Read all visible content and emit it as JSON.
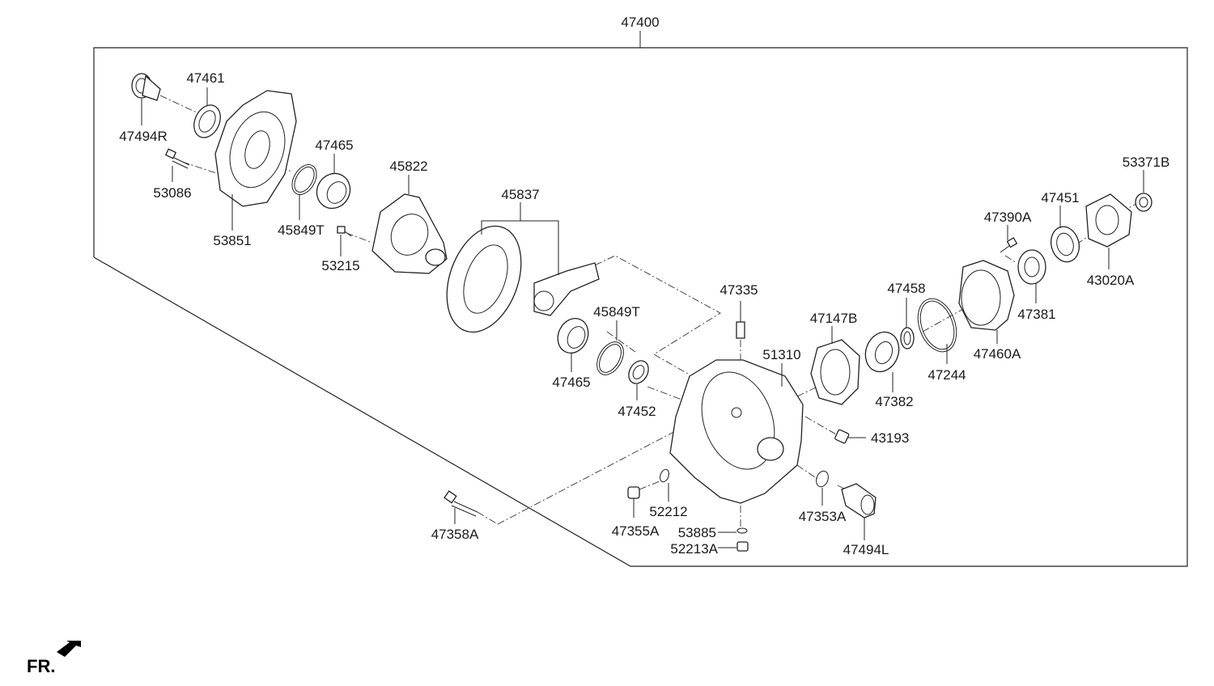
{
  "assembly": {
    "number": "47400"
  },
  "orientation": {
    "label": "FR."
  },
  "parts": [
    {
      "id": "p47494R",
      "number": "47494R"
    },
    {
      "id": "p47461",
      "number": "47461"
    },
    {
      "id": "p53086",
      "number": "53086"
    },
    {
      "id": "p53851",
      "number": "53851"
    },
    {
      "id": "p47465a",
      "number": "47465"
    },
    {
      "id": "p45849Ta",
      "number": "45849T"
    },
    {
      "id": "p45822",
      "number": "45822"
    },
    {
      "id": "p53215",
      "number": "53215"
    },
    {
      "id": "p45837",
      "number": "45837"
    },
    {
      "id": "p47465b",
      "number": "47465"
    },
    {
      "id": "p45849Tb",
      "number": "45849T"
    },
    {
      "id": "p47452",
      "number": "47452"
    },
    {
      "id": "p47335",
      "number": "47335"
    },
    {
      "id": "p51310",
      "number": "51310"
    },
    {
      "id": "p47147B",
      "number": "47147B"
    },
    {
      "id": "p47382",
      "number": "47382"
    },
    {
      "id": "p47458",
      "number": "47458"
    },
    {
      "id": "p47244",
      "number": "47244"
    },
    {
      "id": "p47460A",
      "number": "47460A"
    },
    {
      "id": "p47390A",
      "number": "47390A"
    },
    {
      "id": "p47381",
      "number": "47381"
    },
    {
      "id": "p47451",
      "number": "47451"
    },
    {
      "id": "p43020A",
      "number": "43020A"
    },
    {
      "id": "p53371B",
      "number": "53371B"
    },
    {
      "id": "p43193",
      "number": "43193"
    },
    {
      "id": "p47353A",
      "number": "47353A"
    },
    {
      "id": "p47494L",
      "number": "47494L"
    },
    {
      "id": "p52212",
      "number": "52212"
    },
    {
      "id": "p47355A",
      "number": "47355A"
    },
    {
      "id": "p53885",
      "number": "53885"
    },
    {
      "id": "p52213A",
      "number": "52213A"
    },
    {
      "id": "p47358A",
      "number": "47358A"
    }
  ]
}
